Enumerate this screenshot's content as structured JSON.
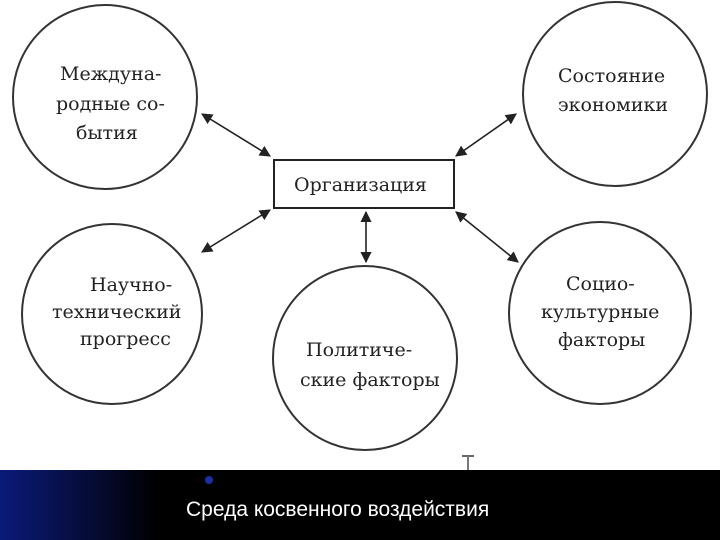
{
  "center": {
    "label": "Организация"
  },
  "nodes": [
    {
      "id": "international-events",
      "lines": [
        "Междуна-",
        "родные со-",
        "бытия"
      ]
    },
    {
      "id": "economy-state",
      "lines": [
        "Состояние",
        "экономики"
      ]
    },
    {
      "id": "sci-tech-progress",
      "lines": [
        "Научно-",
        "технический",
        "прогресс"
      ]
    },
    {
      "id": "political-factors",
      "lines": [
        "Политиче-",
        "ские факторы"
      ]
    },
    {
      "id": "sociocultural-factors",
      "lines": [
        "Социо-",
        "культурные",
        "факторы"
      ]
    }
  ],
  "footer": {
    "title": "Среда косвенного воздействия"
  },
  "colors": {
    "footer_start": "#0a1a7a",
    "footer_end": "#000000",
    "text": "#222222"
  }
}
